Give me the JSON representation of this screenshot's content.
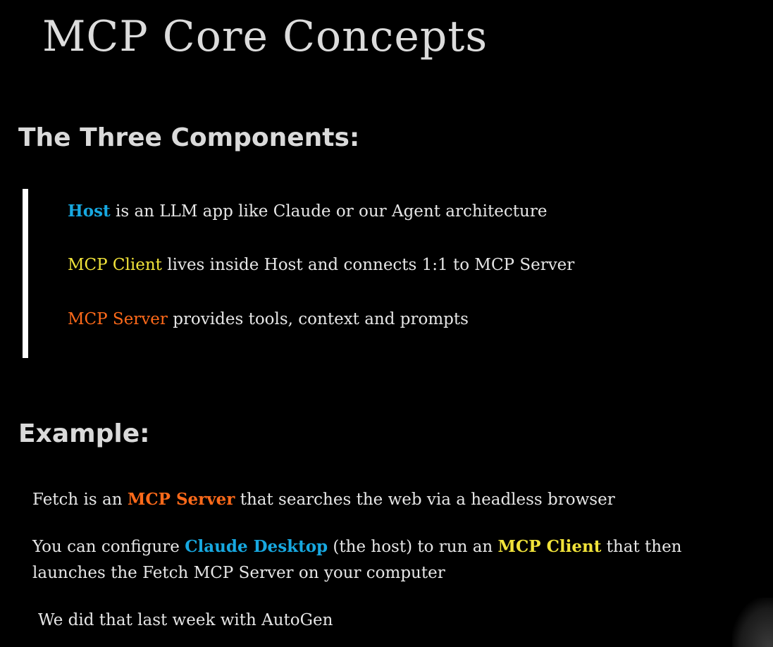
{
  "slide": {
    "title": "MCP Core Concepts"
  },
  "components": {
    "heading": "The Three Components:",
    "items": [
      {
        "term": "Host",
        "text": " is an LLM app like Claude or our Agent architecture"
      },
      {
        "term": "MCP Client",
        "text": " lives inside Host and connects 1:1 to MCP Server"
      },
      {
        "term": "MCP Server",
        "text": " provides tools, context and prompts"
      }
    ]
  },
  "example": {
    "heading": "Example:",
    "line1": {
      "pre": "Fetch is an ",
      "server": "MCP Server",
      "post": " that searches the web via a headless browser"
    },
    "line2": {
      "pre": "You can configure ",
      "host": "Claude Desktop",
      "mid": " (the host) to run an ",
      "client": "MCP Client",
      "post": " that then"
    },
    "line3": "launches the Fetch MCP Server on your computer",
    "line4": "We did that last week with AutoGen"
  },
  "colors": {
    "background": "#000000",
    "host": "#17a8e0",
    "client": "#f1e33a",
    "server": "#ff6a1a",
    "text": "#e6e6e6"
  }
}
